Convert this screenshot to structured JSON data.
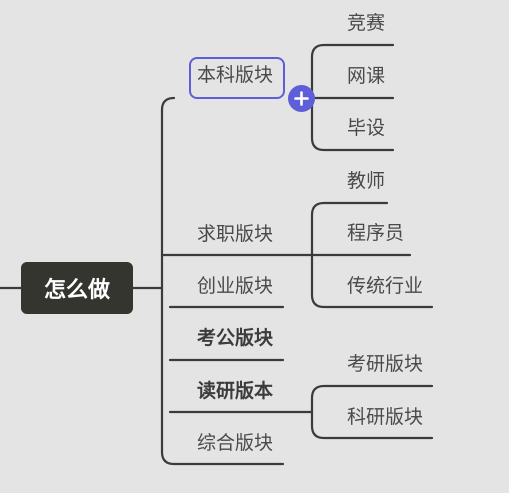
{
  "root": {
    "label": "怎么做"
  },
  "branches": [
    {
      "label": "本科版块",
      "bold": false,
      "children": [
        "竞赛",
        "网课",
        "毕设"
      ]
    },
    {
      "label": "求职版块",
      "bold": false,
      "children": [
        "教师",
        "程序员",
        "传统行业"
      ]
    },
    {
      "label": "创业版块",
      "bold": false,
      "children": []
    },
    {
      "label": "考公版块",
      "bold": true,
      "children": []
    },
    {
      "label": "读研版本",
      "bold": true,
      "children": [
        "考研版块",
        "科研版块"
      ]
    },
    {
      "label": "综合版块",
      "bold": false,
      "children": []
    }
  ],
  "colors": {
    "line": "#3b3b3b",
    "accent": "#5e5fd8",
    "root_bg": "#34352f",
    "background": "#e4e4e4"
  },
  "icons": {
    "add": "plus-icon"
  }
}
